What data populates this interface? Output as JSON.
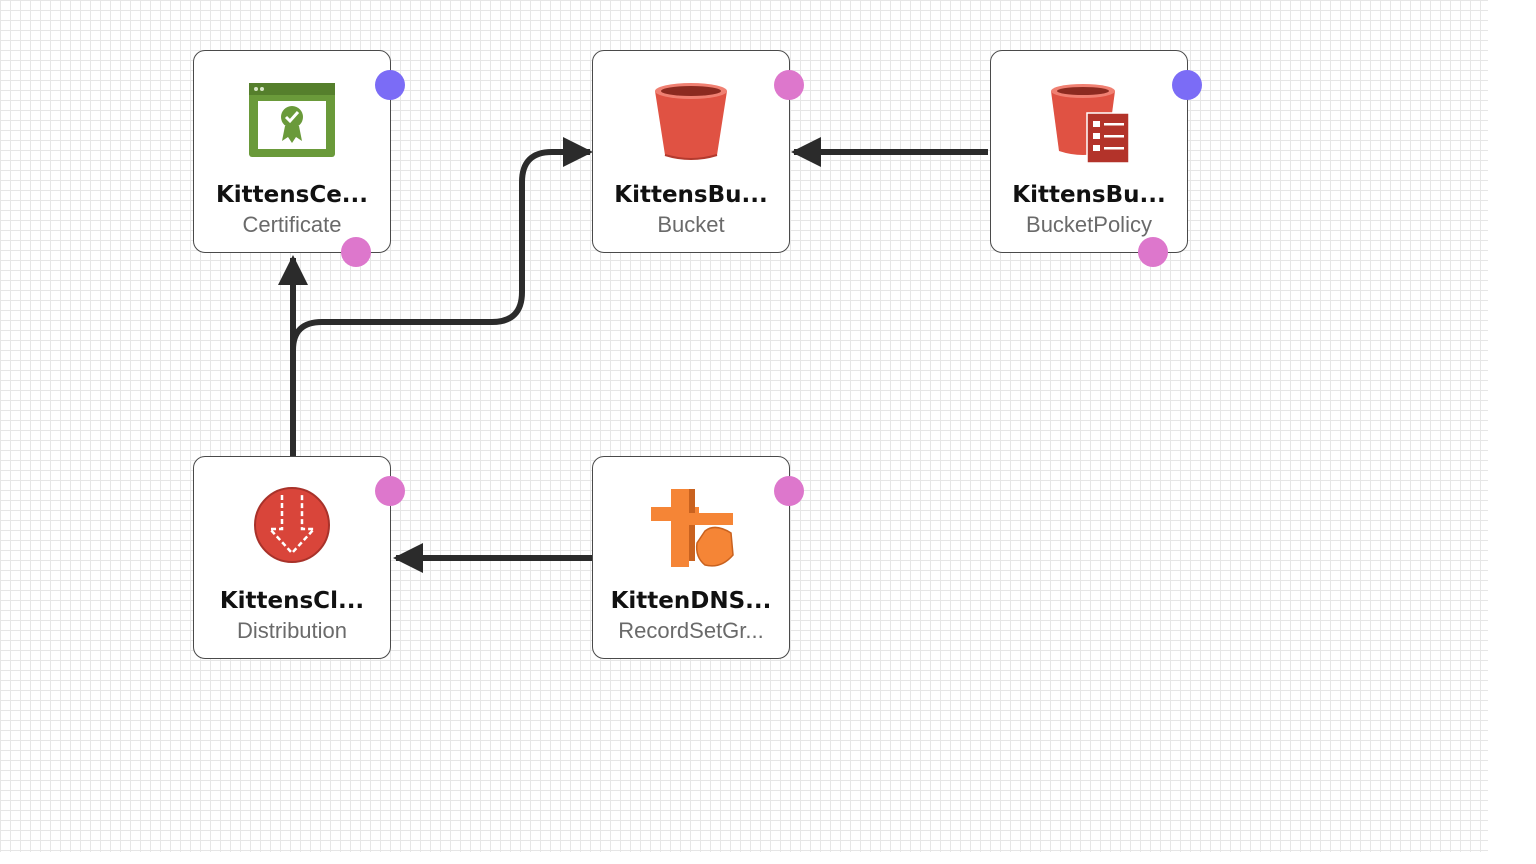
{
  "colors": {
    "port_out": "#7b6cf6",
    "port_in": "#dd77cc",
    "edge": "#2b2b2b",
    "certificate_green": "#6a9a3a",
    "s3_red": "#e05243",
    "cloudfront_red": "#d9453a",
    "route53_orange": "#f58536"
  },
  "nodes": {
    "certificate": {
      "title": "KittensCe...",
      "type": "Certificate",
      "icon": "certificate-icon"
    },
    "bucket": {
      "title": "KittensBu...",
      "type": "Bucket",
      "icon": "s3-bucket-icon"
    },
    "bucket_policy": {
      "title": "KittensBu...",
      "type": "BucketPolicy",
      "icon": "s3-bucket-policy-icon"
    },
    "distribution": {
      "title": "KittensCl...",
      "type": "Distribution",
      "icon": "cloudfront-distribution-icon"
    },
    "dns": {
      "title": "KittenDNS...",
      "type": "RecordSetGr...",
      "icon": "route53-recordset-icon"
    }
  },
  "edges": [
    {
      "from": "distribution",
      "to": "certificate"
    },
    {
      "from": "distribution",
      "to": "bucket"
    },
    {
      "from": "bucket_policy",
      "to": "bucket"
    },
    {
      "from": "dns",
      "to": "distribution"
    }
  ]
}
